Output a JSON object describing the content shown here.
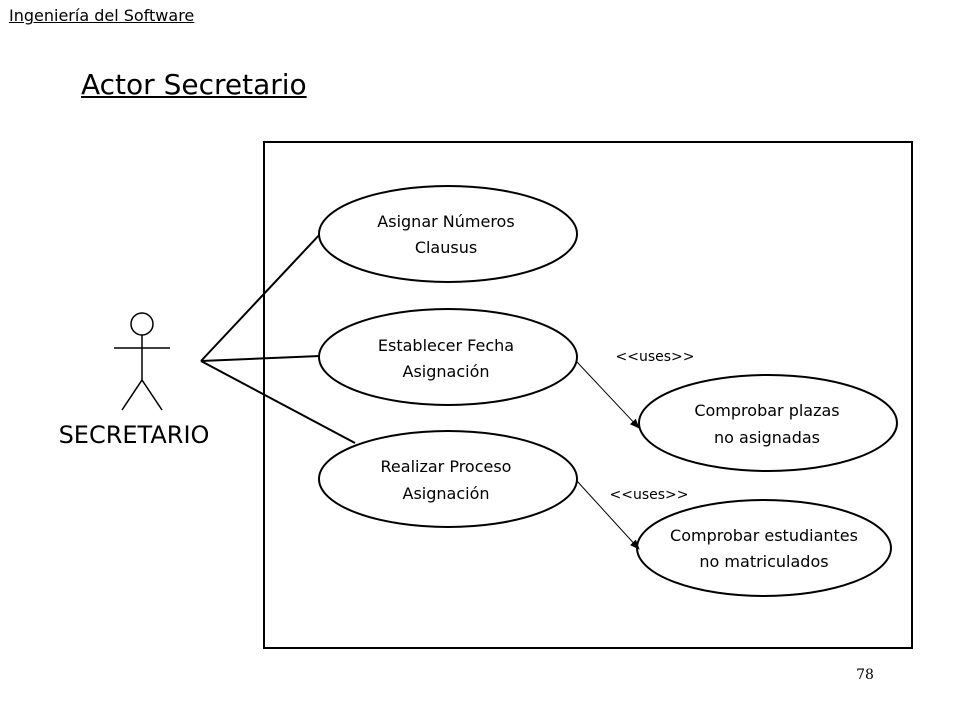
{
  "header": {
    "course": "Ingeniería del Software"
  },
  "slide": {
    "title": "Actor Secretario",
    "page_number": "78"
  },
  "diagram": {
    "actor": {
      "name": "SECRETARIO"
    },
    "use_cases": [
      {
        "id": "asignar",
        "lines": [
          "Asignar Números",
          "Clausus"
        ]
      },
      {
        "id": "establecer",
        "lines": [
          "Establecer Fecha",
          "Asignación"
        ]
      },
      {
        "id": "realizar",
        "lines": [
          "Realizar Proceso",
          "Asignación"
        ]
      },
      {
        "id": "plazas",
        "lines": [
          "Comprobar plazas",
          "no asignadas"
        ]
      },
      {
        "id": "estudiantes",
        "lines": [
          "Comprobar estudiantes",
          "no matriculados"
        ]
      }
    ],
    "relations": [
      {
        "from": "establecer",
        "to": "plazas",
        "label": "<<uses>>"
      },
      {
        "from": "realizar",
        "to": "estudiantes",
        "label": "<<uses>>"
      }
    ],
    "colors": {
      "stroke": "#000000",
      "fill": "#ffffff"
    }
  }
}
